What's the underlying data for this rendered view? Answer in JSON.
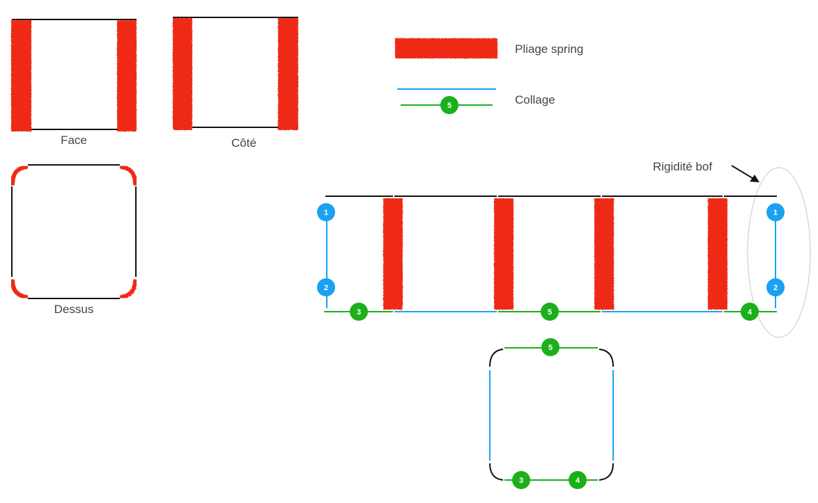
{
  "colors": {
    "fold": "#ee2a14",
    "glue_blue": "#1aa1f0",
    "glue_green": "#1bb01b",
    "outline": "#111111",
    "annotation_ellipse": "#c8c8c8"
  },
  "views": {
    "face": {
      "label": "Face"
    },
    "cote": {
      "label": "Côté"
    },
    "dessus": {
      "label": "Dessus"
    }
  },
  "legend": {
    "fold_label": "Pliage spring",
    "glue_label": "Collage",
    "glue_badge": "5"
  },
  "annotation": {
    "text": "Rigidité bof"
  },
  "pattern": {
    "badges": {
      "left_top": "1",
      "left_bottom": "2",
      "right_top": "1",
      "right_bottom": "2",
      "bottom_left": "3",
      "bottom_center": "5",
      "bottom_right": "4"
    }
  },
  "bottom_panel": {
    "badges": {
      "top": "5",
      "bottom_left": "3",
      "bottom_right": "4"
    }
  }
}
